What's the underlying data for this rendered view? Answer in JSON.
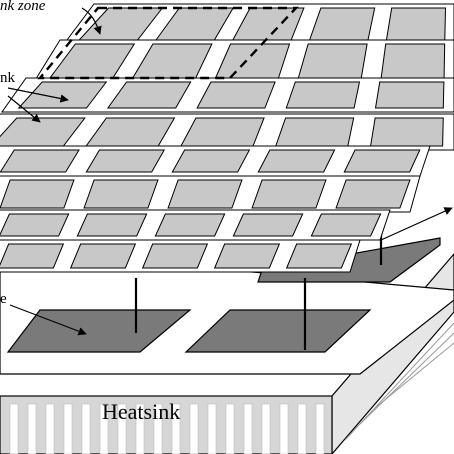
{
  "diagram": {
    "labels": {
      "zone": "nk zone",
      "sink": "nk",
      "lower": "e",
      "heatsink": "Heatsink"
    },
    "colors": {
      "background": "#ffffff",
      "line": "#000000",
      "tile_light": "#c8c8c8",
      "tile_dark": "#7a7a7a",
      "heatsink_face": "#d6d6d6",
      "heatsink_slot": "#ffffff"
    },
    "legend": {
      "items": []
    }
  }
}
